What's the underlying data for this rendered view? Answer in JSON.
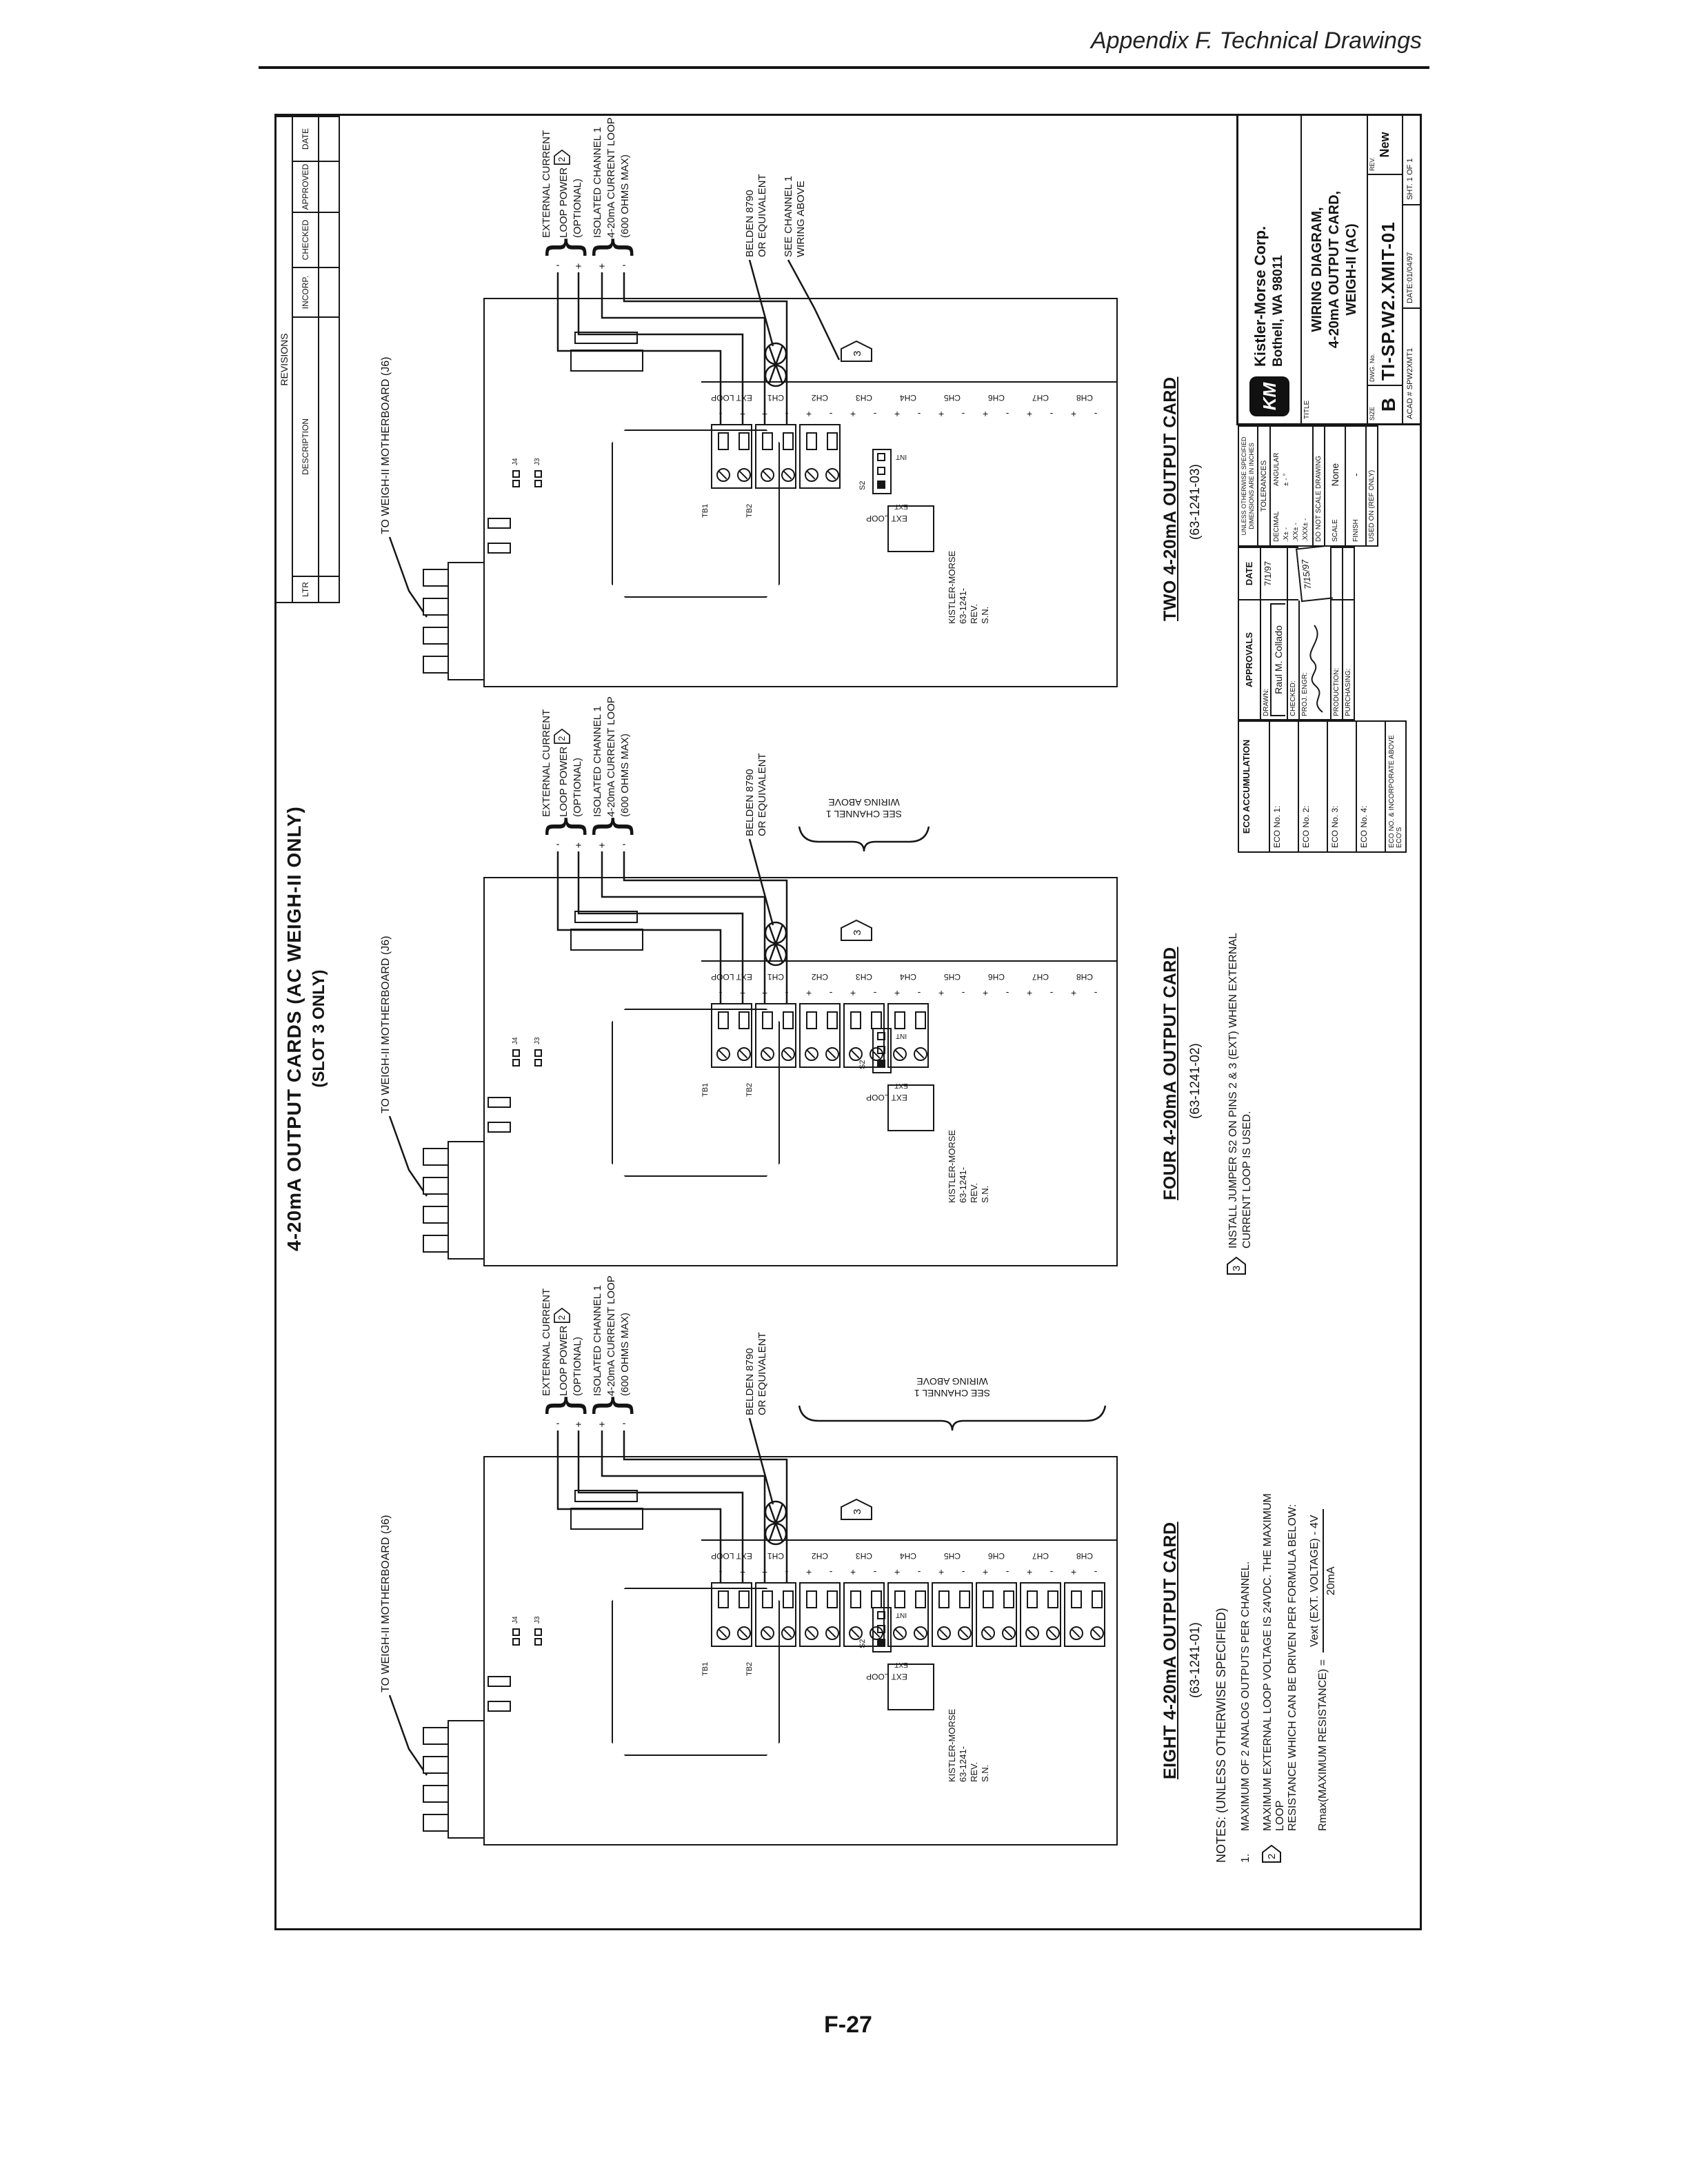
{
  "page": {
    "header": "Appendix F. Technical Drawings",
    "page_number": "F-27"
  },
  "drawing": {
    "main_title_line1": "4-20mA OUTPUT CARDS (AC WEIGH-II ONLY)",
    "main_title_line2": "(SLOT 3 ONLY)",
    "revisions": {
      "title": "REVISIONS",
      "columns": [
        "LTR",
        "DESCRIPTION",
        "INCORP.",
        "CHECKED",
        "APPROVED",
        "DATE"
      ]
    },
    "cards": [
      {
        "id": "eight",
        "title": "EIGHT 4-20mA OUTPUT CARD",
        "part_number": "(63-1241-01)",
        "channels_populated": 8
      },
      {
        "id": "four",
        "title": "FOUR 4-20mA OUTPUT CARD",
        "part_number": "(63-1241-02)",
        "channels_populated": 4
      },
      {
        "id": "two",
        "title": "TWO 4-20mA OUTPUT CARD",
        "part_number": "(63-1241-03)",
        "channels_populated": 2
      }
    ],
    "card_labels": {
      "motherboard": "TO WEIGH-II MOTHERBOARD (J6)",
      "tb1": "TB1",
      "tb2": "TB2",
      "ext_loop": "EXT LOOP",
      "channels": [
        "CH1",
        "CH2",
        "CH3",
        "CH4",
        "CH5",
        "CH6",
        "CH7",
        "CH8"
      ],
      "polarity_plus": "+",
      "polarity_minus": "-",
      "ext_power": [
        "EXTERNAL CURRENT",
        "LOOP POWER",
        "(OPTIONAL)"
      ],
      "ext_power_flag": "2",
      "isolated": [
        "ISOLATED CHANNEL 1",
        "4-20mA CURRENT LOOP",
        "(600 OHMS MAX)"
      ],
      "belden": [
        "BELDEN 8790",
        "OR EQUIVALENT"
      ],
      "see_channel": [
        "SEE CHANNEL 1",
        "WIRING ABOVE"
      ],
      "s2": "S2",
      "ext": "EXT",
      "int": "INT",
      "jumper_flag": "3",
      "j3": "J3",
      "j4": "J4",
      "sticker": [
        "KISTLER-MORSE",
        "63-1241-",
        "REV.",
        "S.N."
      ]
    },
    "notes": {
      "header": "NOTES: (UNLESS OTHERWISE SPECIFIED)",
      "item1_no": "1.",
      "item1": "MAXIMUM OF 2 ANALOG OUTPUTS PER CHANNEL.",
      "item2_flag": "2",
      "item2_line1": "MAXIMUM EXTERNAL LOOP VOLTAGE IS 24VDC. THE MAXIMUM LOOP",
      "item2_line2": "RESISTANCE WHICH CAN BE DRIVEN PER FORMULA BELOW:",
      "formula_lhs": "Rmax(MAXIMUM RESISTANCE) =",
      "formula_num": "Vext (EXT. VOLTAGE) - 4V",
      "formula_den": "20mA"
    },
    "jumper_note": {
      "flag": "3",
      "line1": "INSTALL JUMPER S2 ON PINS 2 & 3 (EXT) WHEN EXTERNAL",
      "line2": "CURRENT LOOP IS USED."
    },
    "eco": {
      "header": "ECO ACCUMULATION",
      "rows": [
        "ECO No. 1:",
        "ECO No. 2:",
        "ECO No. 3:",
        "ECO No. 4:"
      ],
      "last": "ECO NO. & INCORPORATE ABOVE ECO'S"
    },
    "approvals": {
      "header_left": "APPROVALS",
      "header_right": "DATE",
      "rows": [
        {
          "label": "DRAWN:",
          "name": "Raul M. Collado",
          "date": "7/1/97"
        },
        {
          "label": "CHECKED:",
          "name": "",
          "date": ""
        },
        {
          "label": "PROJ. ENGR:",
          "name": "",
          "date": "7/15/97"
        },
        {
          "label": "PRODUCTION:",
          "name": "",
          "date": ""
        },
        {
          "label": "PURCHASING:",
          "name": "",
          "date": ""
        }
      ]
    },
    "tolerances": {
      "unless1": "UNLESS OTHERWISE SPECIFIED",
      "unless2": "DIMENSIONS ARE IN INCHES",
      "title": "TOLERANCES",
      "decimal": "DECIMAL",
      "angular": "ANGULAR",
      "x1": ".X±  -",
      "x2": ".XX±  -",
      "x3": ".XXX±  -",
      "ang": "± - °",
      "noscale": "DO NOT SCALE DRAWING",
      "scale_label": "SCALE",
      "scale_value": "None",
      "finish_label": "FINISH",
      "finish_value": "-",
      "used_on": "USED ON (REF ONLY)"
    },
    "title_block": {
      "logo_text": "KM",
      "company_line1": "Kistler-Morse Corp.",
      "company_line2": "Bothell, WA 98011",
      "title_label": "TITLE",
      "title_lines": [
        "WIRING DIAGRAM,",
        "4-20mA OUTPUT CARD,",
        "WEIGH-II (AC)"
      ],
      "size_label": "SIZE",
      "size": "B",
      "dwg_label": "DWG. No.",
      "dwg_no": "TI-SP.W2.XMIT-01",
      "rev_label": "REV.",
      "rev": "New",
      "acad": "ACAD # SPW2XMT1",
      "date": "DATE:01/04/97",
      "sheet": "SHT. 1 OF 1"
    }
  }
}
